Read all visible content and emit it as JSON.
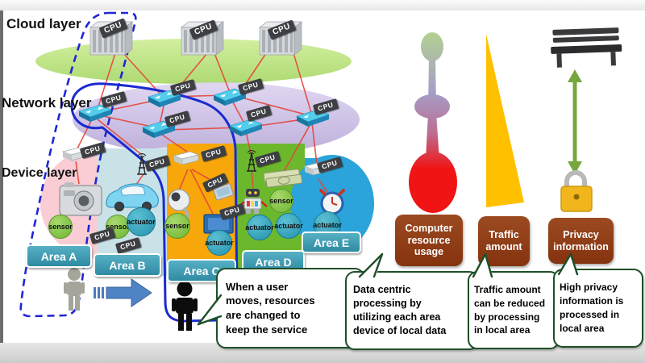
{
  "layers": {
    "cloud": "Cloud layer",
    "network": "Network layer",
    "device": "Device layer"
  },
  "labels": {
    "cpu": "CPU",
    "sensor": "sensor",
    "actuator": "actuator"
  },
  "areas": [
    {
      "label": "Area A"
    },
    {
      "label": "Area B"
    },
    {
      "label": "Area C"
    },
    {
      "label": "Area D"
    },
    {
      "label": "Area E"
    }
  ],
  "metrics": [
    {
      "label": "Computer\nresource\nusage"
    },
    {
      "label": "Traffic\namount"
    },
    {
      "label": "Privacy\ninformation"
    }
  ],
  "bubbles": [
    {
      "text": "When a user\nmoves, resources\nare changed to\nkeep the service"
    },
    {
      "text": "Data centric\nprocessing by\nutilizing each area\ndevice of local data"
    },
    {
      "text": "Traffic amount\ncan be reduced\nby processing\nin local area"
    },
    {
      "text": "High privacy\ninformation is\nprocessed in\nlocal area"
    }
  ],
  "colors": {
    "resource_usage_red": "#f01414",
    "traffic_amber": "#ffc000",
    "privacy_arrow_green": "#76a73c",
    "metric_box_brown": "#84330f",
    "bubble_border_green": "#1d4f28",
    "area_label_teal": "#3a9db4",
    "selection_blue": "#1b2ad0",
    "link_red": "#e4453a",
    "cloud_green": "#c4e690",
    "network_purple": "#c9bce4"
  }
}
